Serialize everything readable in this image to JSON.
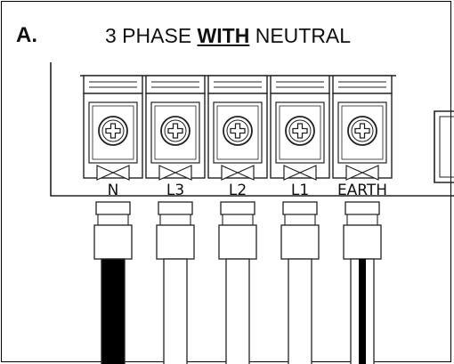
{
  "panel_label": "A.",
  "title": {
    "prefix": "3 PHASE ",
    "emphasis": "WITH",
    "suffix": " NEUTRAL"
  },
  "terminals": [
    {
      "label": "N",
      "wire_fill": "#000000",
      "wire_stripe": null
    },
    {
      "label": "L3",
      "wire_fill": "#ffffff",
      "wire_stripe": null
    },
    {
      "label": "L2",
      "wire_fill": "#ffffff",
      "wire_stripe": null
    },
    {
      "label": "L1",
      "wire_fill": "#ffffff",
      "wire_stripe": null
    },
    {
      "label": "EARTH",
      "wire_fill": "#ffffff",
      "wire_stripe": "#000000"
    }
  ],
  "colors": {
    "line": "#222222",
    "background": "#ffffff"
  }
}
